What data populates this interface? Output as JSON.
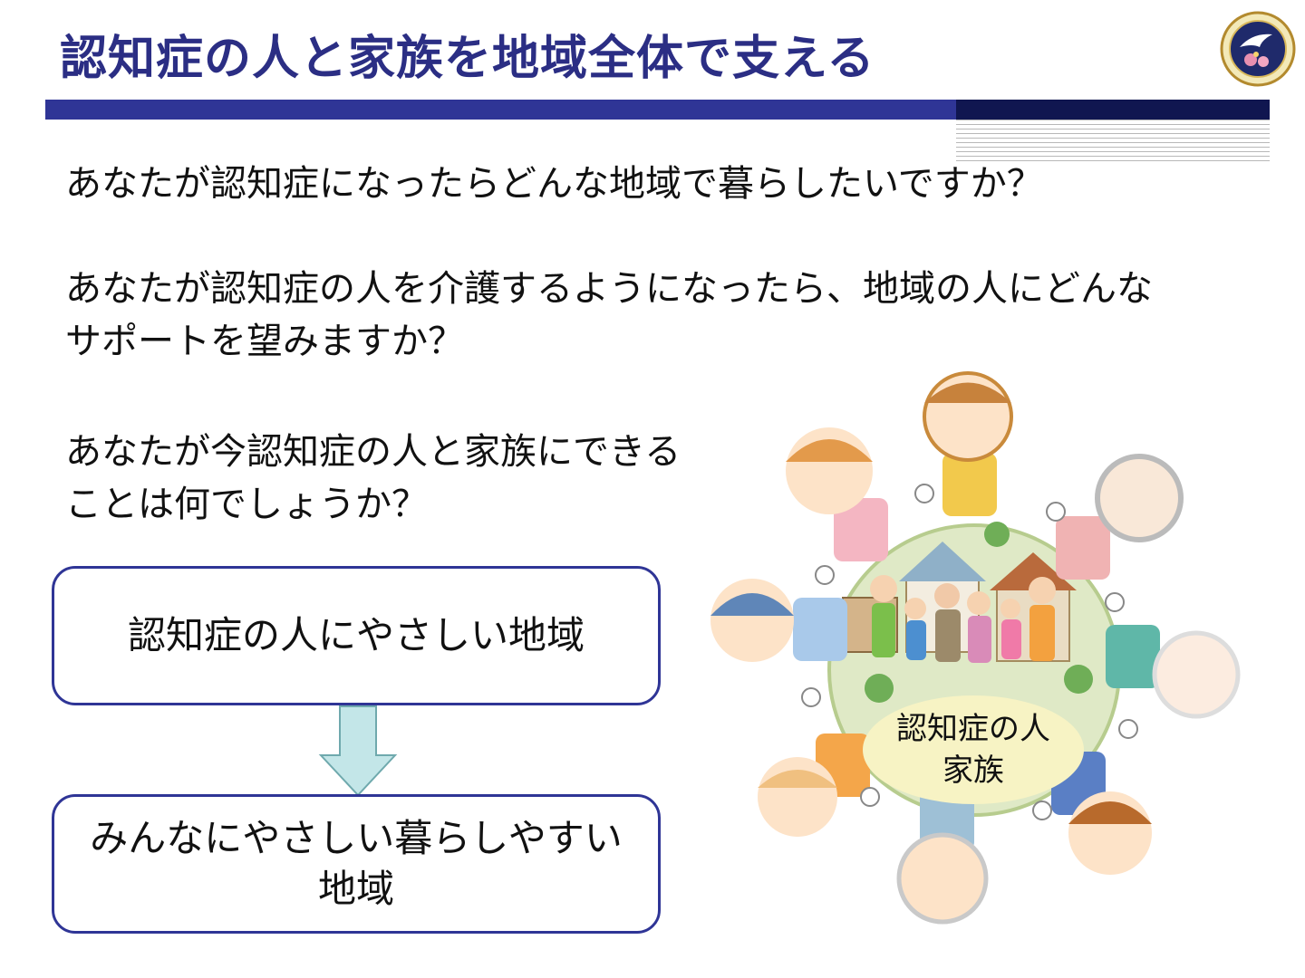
{
  "slide": {
    "title": "認知症の人と家族を地域全体で支える",
    "questions": {
      "q1": "あなたが認知症になったらどんな地域で暮らしたいですか？",
      "q2_line1": "あなたが認知症の人を介護するようになったら、地域の人にどんな",
      "q2_line2": "サポートを望みますか？",
      "q3_line1": "あなたが今認知症の人と家族にできる",
      "q3_line2": "ことは何でしょうか？"
    },
    "flow": {
      "top_box": "認知症の人にやさしい地域",
      "bottom_box": "みんなにやさしい暮らしやすい\n地域",
      "arrow_icon": "down-arrow-icon"
    },
    "illustration": {
      "center_line1": "認知症の人",
      "center_line2": "家族"
    },
    "colors": {
      "title": "#2b2e84",
      "bar": "#2f3596",
      "bar_dark": "#101650",
      "box_border": "#2f3596",
      "arrow_fill": "#c3e6e8",
      "center_label_fill": "#f7f3c4"
    }
  }
}
